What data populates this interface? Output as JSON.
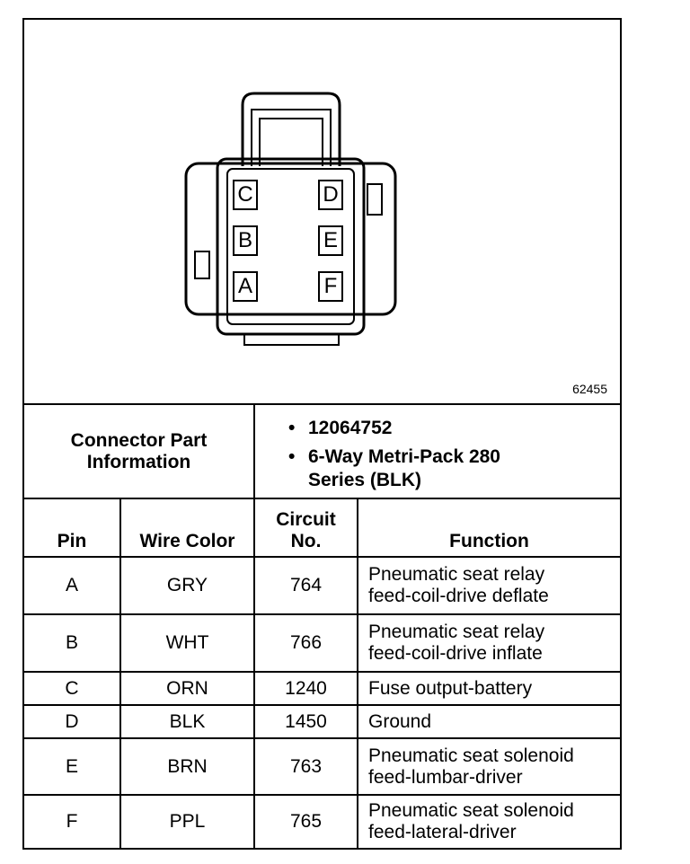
{
  "figure": {
    "number": "62455",
    "pins": [
      "A",
      "B",
      "C",
      "D",
      "E",
      "F"
    ]
  },
  "connector_info": {
    "label": "Connector Part Information",
    "items": [
      "12064752",
      "6-Way Metri-Pack 280 Series (BLK)"
    ]
  },
  "table": {
    "headers": {
      "pin": "Pin",
      "wire_color": "Wire Color",
      "circuit": "Circuit No.",
      "function": "Function"
    },
    "rows": [
      {
        "pin": "A",
        "color": "GRY",
        "circuit": "764",
        "function": [
          "Pneumatic seat relay",
          "feed-coil-drive deflate"
        ]
      },
      {
        "pin": "B",
        "color": "WHT",
        "circuit": "766",
        "function": [
          "Pneumatic seat relay",
          "feed-coil-drive inflate"
        ]
      },
      {
        "pin": "C",
        "color": "ORN",
        "circuit": "1240",
        "function": [
          "Fuse output-battery"
        ]
      },
      {
        "pin": "D",
        "color": "BLK",
        "circuit": "1450",
        "function": [
          "Ground"
        ]
      },
      {
        "pin": "E",
        "color": "BRN",
        "circuit": "763",
        "function": [
          "Pneumatic seat solenoid",
          "feed-lumbar-driver"
        ]
      },
      {
        "pin": "F",
        "color": "PPL",
        "circuit": "765",
        "function": [
          "Pneumatic seat solenoid",
          "feed-lateral-driver"
        ]
      }
    ]
  }
}
